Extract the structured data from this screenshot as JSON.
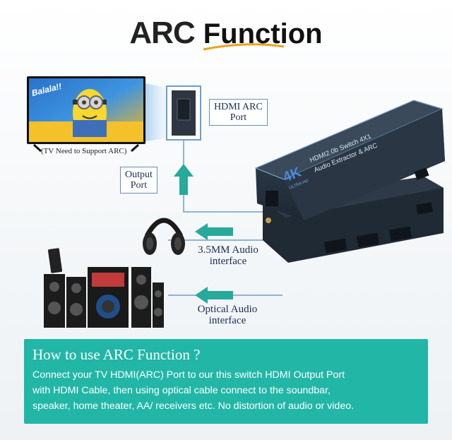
{
  "header": {
    "title_arc": "ARC",
    "title_function": "Function"
  },
  "tv": {
    "screen_text": "Balala!!",
    "note": "(TV Need to Support ARC)"
  },
  "labels": {
    "hdmi_arc_port": [
      "HDMI ARC",
      "Port"
    ],
    "output_port": [
      "Output",
      "Port"
    ],
    "audio_35": [
      "3.5MM Audio",
      "interface"
    ],
    "optical": [
      "Optical Audio",
      "interface"
    ]
  },
  "device": {
    "model_line1": "HDMI2.0b Switch 4X1",
    "model_line2": "Audio Extractor & ARC",
    "badge": "4K",
    "badge_sub": "ULTRA HD"
  },
  "panel": {
    "heading": "How to use ARC Function ?",
    "lines": [
      "Connect your TV HDMI(ARC) Port to our this switch HDMI Output Port",
      "with HDMI Cable, then using optical cable connect to the soundbar,",
      "speaker, home theater, AA/ receivers etc. No distortion of audio or video."
    ]
  },
  "colors": {
    "accent_teal": "#22b6a7",
    "arrow_teal": "#27a99b",
    "line_blue": "#6a9fd0",
    "label_navy": "#1a2d55"
  }
}
